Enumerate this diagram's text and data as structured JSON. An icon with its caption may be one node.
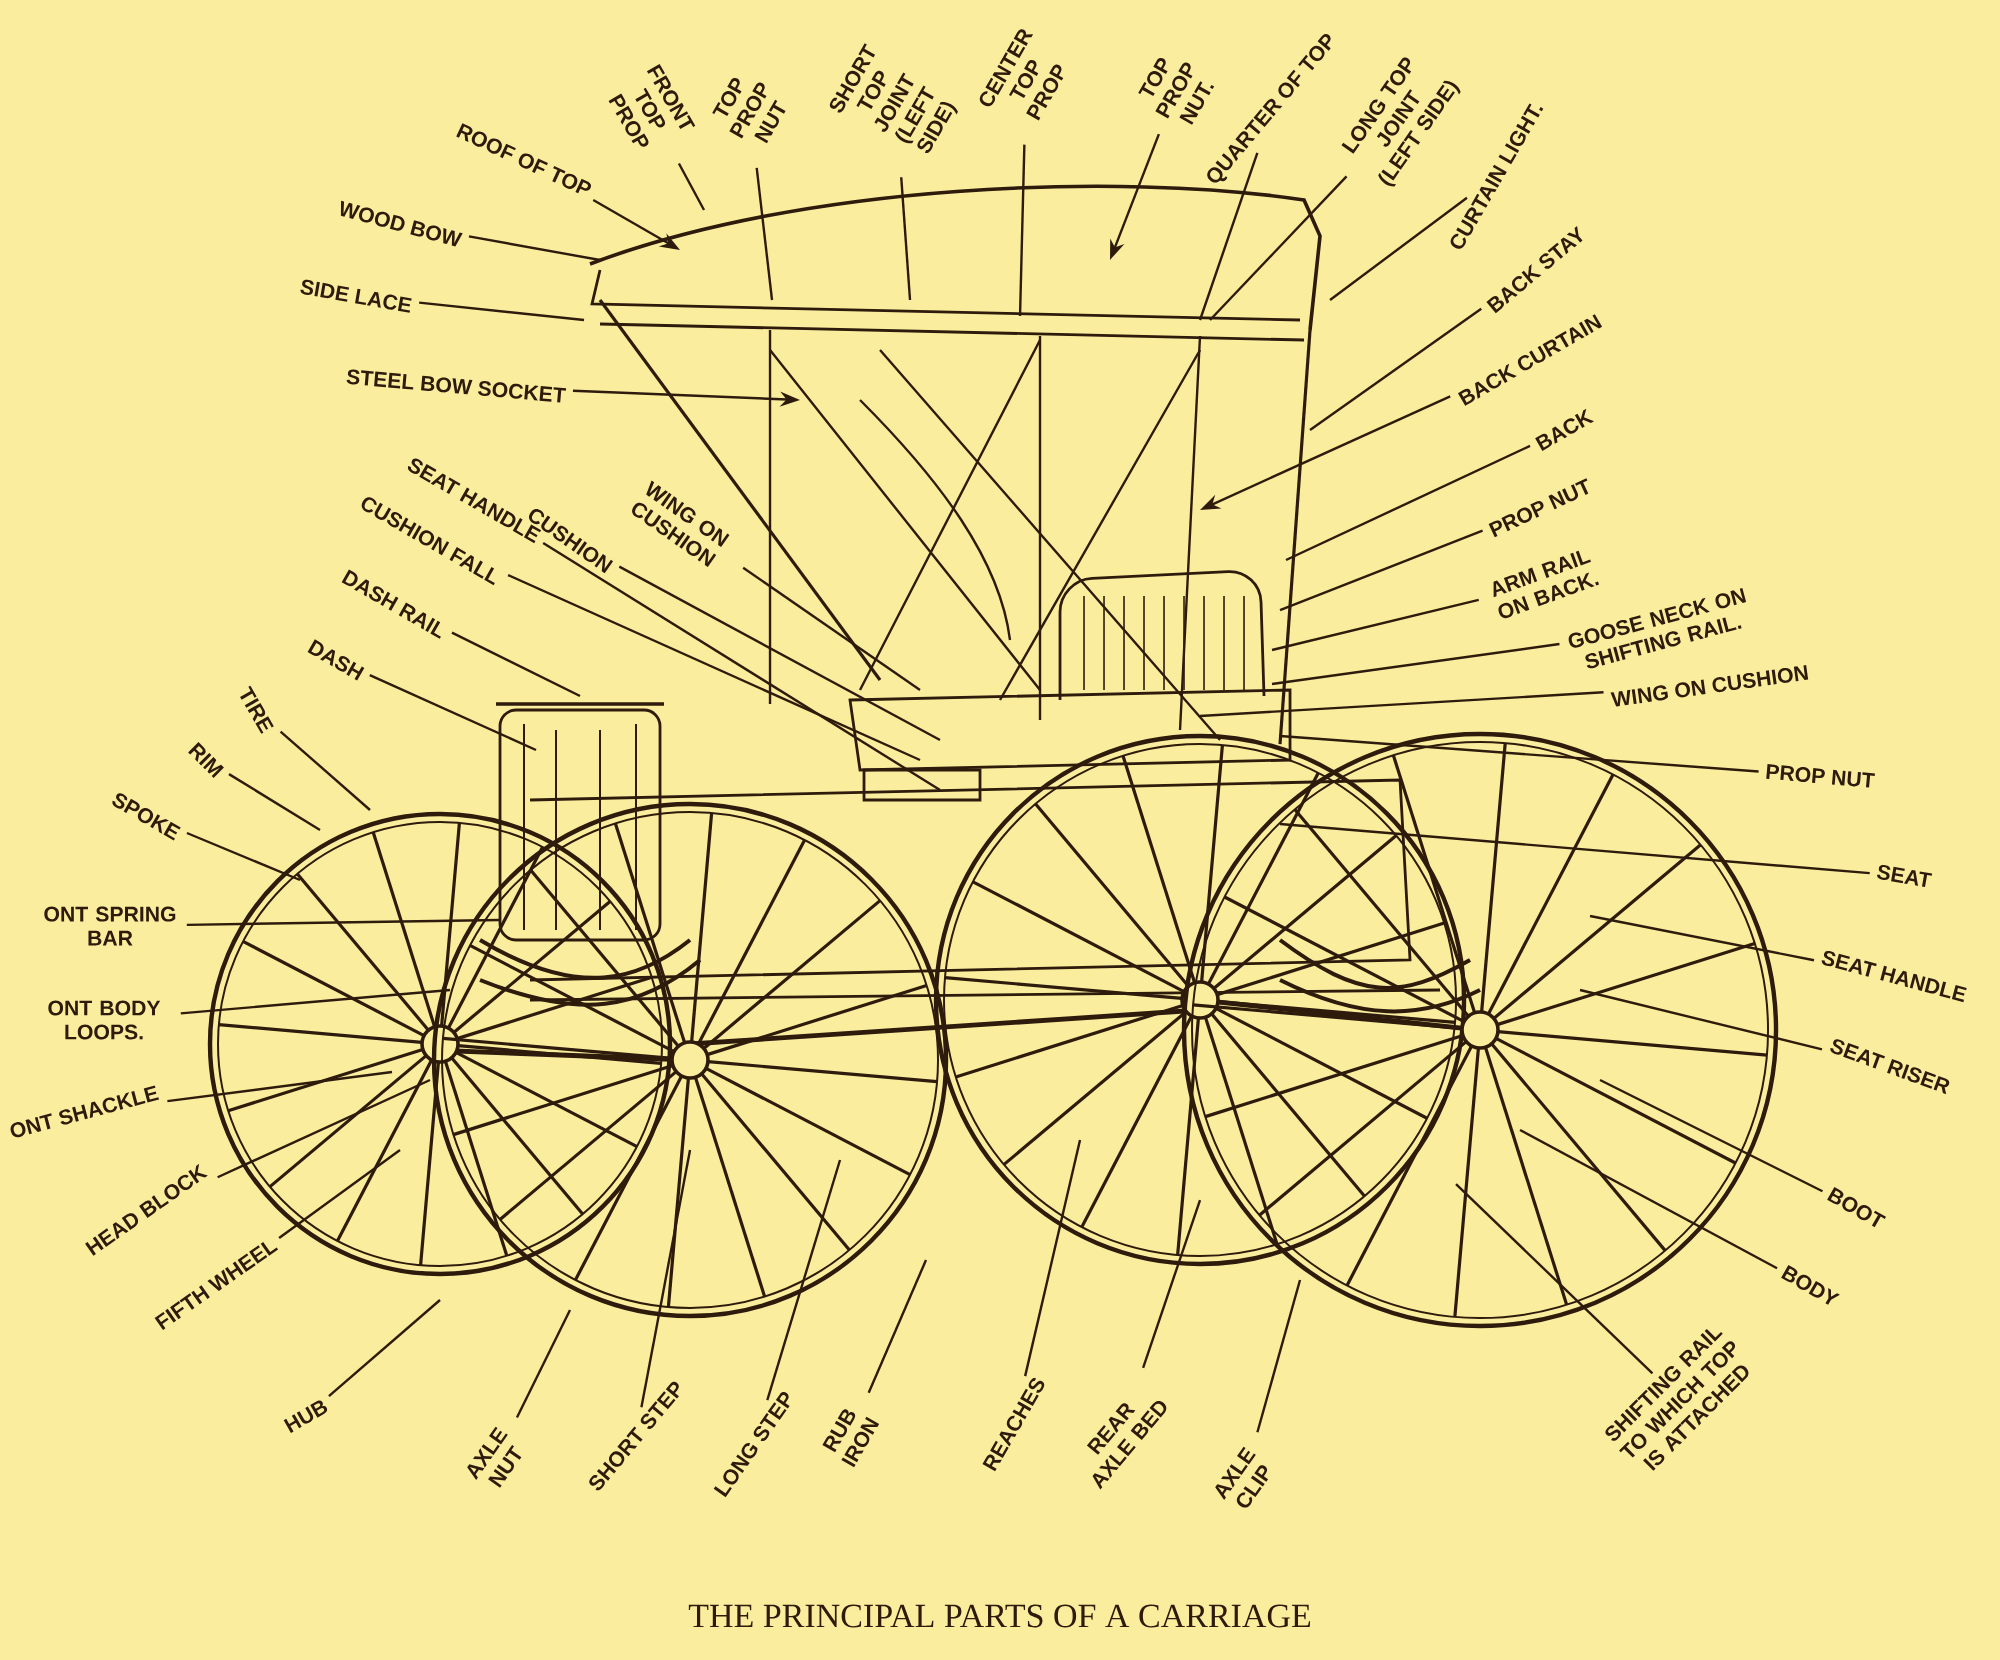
{
  "diagram": {
    "caption": "THE PRINCIPAL PARTS OF A CARRIAGE",
    "nodes": [
      {
        "text": [
          "WOOD BOW"
        ]
      },
      {
        "text": [
          "ROOF OF TOP"
        ]
      },
      {
        "text": [
          "FRONT TOP PROP"
        ]
      },
      {
        "text": [
          "TOP PROP NUT"
        ]
      },
      {
        "text": [
          "SHORT TOP JOINT (LEFT SIDE)"
        ]
      },
      {
        "text": [
          "CENTER TOP PROP"
        ]
      },
      {
        "text": [
          "TOP PROP NUT."
        ]
      },
      {
        "text": [
          "QUARTER OF TOP"
        ]
      },
      {
        "text": [
          "LONG TOP JOINT (LEFT SIDE)"
        ]
      },
      {
        "text": [
          "CURTAIN LIGHT."
        ]
      },
      {
        "text": [
          "BACK STAY"
        ]
      },
      {
        "text": [
          "BACK CURTAIN"
        ]
      },
      {
        "text": [
          "BACK"
        ]
      },
      {
        "text": [
          "PROP NUT"
        ]
      },
      {
        "text": [
          "ARM RAIL ON BACK."
        ]
      },
      {
        "text": [
          "GOOSE NECK ON SHIFTING RAIL."
        ]
      },
      {
        "text": [
          "WING ON CUSHION"
        ]
      },
      {
        "text": [
          "PROP NUT"
        ]
      },
      {
        "text": [
          "SEAT"
        ]
      },
      {
        "text": [
          "SEAT HANDLE"
        ]
      },
      {
        "text": [
          "SEAT RISER"
        ]
      },
      {
        "text": [
          "BOOT"
        ]
      },
      {
        "text": [
          "BODY"
        ]
      },
      {
        "text": [
          "SHIFTING RAIL TO WHICH TOP IS ATTACHED"
        ]
      },
      {
        "text": [
          "AXLE CLIP"
        ]
      },
      {
        "text": [
          "REAR AXLE BED"
        ]
      },
      {
        "text": [
          "REACHES"
        ]
      },
      {
        "text": [
          "RUB IRON"
        ]
      },
      {
        "text": [
          "LONG STEP"
        ]
      },
      {
        "text": [
          "SHORT STEP"
        ]
      },
      {
        "text": [
          "AXLE NUT"
        ]
      },
      {
        "text": [
          "HUB"
        ]
      },
      {
        "text": [
          "FIFTH WHEEL"
        ]
      },
      {
        "text": [
          "HEAD BLOCK"
        ]
      },
      {
        "text": [
          "ONT SHACKLE"
        ]
      },
      {
        "text": [
          "ONT BODY LOOPS."
        ]
      },
      {
        "text": [
          "ONT SPRING BAR"
        ]
      },
      {
        "text": [
          "SPOKE"
        ]
      },
      {
        "text": [
          "RIM"
        ]
      },
      {
        "text": [
          "TIRE"
        ]
      },
      {
        "text": [
          "DASH"
        ]
      },
      {
        "text": [
          "DASH RAIL"
        ]
      },
      {
        "text": [
          "CUSHION FALL"
        ]
      },
      {
        "text": [
          "SEAT HANDLE"
        ]
      },
      {
        "text": [
          "CUSHION"
        ]
      },
      {
        "text": [
          "WING ON CUSHION"
        ]
      },
      {
        "text": [
          "STEEL BOW SOCKET"
        ]
      },
      {
        "text": [
          "SIDE LACE"
        ]
      }
    ],
    "edges": [
      {
        "from": 0,
        "to": null,
        "arrow": "none"
      },
      {
        "from": 1,
        "to": null,
        "arrow": "to"
      },
      {
        "from": 2,
        "to": null,
        "arrow": "none"
      },
      {
        "from": 3,
        "to": null,
        "arrow": "none"
      },
      {
        "from": 4,
        "to": null,
        "arrow": "none"
      },
      {
        "from": 5,
        "to": null,
        "arrow": "none"
      },
      {
        "from": 6,
        "to": null,
        "arrow": "to"
      },
      {
        "from": 7,
        "to": null,
        "arrow": "none"
      },
      {
        "from": 8,
        "to": null,
        "arrow": "none"
      },
      {
        "from": 9,
        "to": null,
        "arrow": "none"
      },
      {
        "from": 10,
        "to": null,
        "arrow": "none"
      },
      {
        "from": 11,
        "to": null,
        "arrow": "to"
      },
      {
        "from": 12,
        "to": null,
        "arrow": "none"
      },
      {
        "from": 13,
        "to": null,
        "arrow": "none"
      },
      {
        "from": 14,
        "to": null,
        "arrow": "none"
      },
      {
        "from": 15,
        "to": null,
        "arrow": "none"
      },
      {
        "from": 16,
        "to": null,
        "arrow": "none"
      },
      {
        "from": 17,
        "to": null,
        "arrow": "none"
      },
      {
        "from": 18,
        "to": null,
        "arrow": "none"
      },
      {
        "from": 19,
        "to": null,
        "arrow": "none"
      },
      {
        "from": 20,
        "to": null,
        "arrow": "none"
      },
      {
        "from": 21,
        "to": null,
        "arrow": "none"
      },
      {
        "from": 22,
        "to": null,
        "arrow": "none"
      },
      {
        "from": 23,
        "to": null,
        "arrow": "none"
      },
      {
        "from": 24,
        "to": null,
        "arrow": "none"
      },
      {
        "from": 25,
        "to": null,
        "arrow": "none"
      },
      {
        "from": 26,
        "to": null,
        "arrow": "none"
      },
      {
        "from": 27,
        "to": null,
        "arrow": "none"
      },
      {
        "from": 28,
        "to": null,
        "arrow": "none"
      },
      {
        "from": 29,
        "to": null,
        "arrow": "none"
      },
      {
        "from": 30,
        "to": null,
        "arrow": "none"
      },
      {
        "from": 31,
        "to": null,
        "arrow": "none"
      },
      {
        "from": 32,
        "to": null,
        "arrow": "none"
      },
      {
        "from": 33,
        "to": null,
        "arrow": "none"
      },
      {
        "from": 34,
        "to": null,
        "arrow": "none"
      },
      {
        "from": 35,
        "to": null,
        "arrow": "none"
      },
      {
        "from": 36,
        "to": null,
        "arrow": "none"
      },
      {
        "from": 37,
        "to": null,
        "arrow": "none"
      },
      {
        "from": 38,
        "to": null,
        "arrow": "none"
      },
      {
        "from": 39,
        "to": null,
        "arrow": "none"
      },
      {
        "from": 40,
        "to": null,
        "arrow": "none"
      },
      {
        "from": 41,
        "to": null,
        "arrow": "none"
      },
      {
        "from": 42,
        "to": null,
        "arrow": "none"
      },
      {
        "from": 43,
        "to": null,
        "arrow": "none"
      },
      {
        "from": 44,
        "to": null,
        "arrow": "none"
      },
      {
        "from": 45,
        "to": null,
        "arrow": "none"
      },
      {
        "from": 46,
        "to": null,
        "arrow": "to"
      },
      {
        "from": 47,
        "to": null,
        "arrow": "none"
      }
    ]
  }
}
